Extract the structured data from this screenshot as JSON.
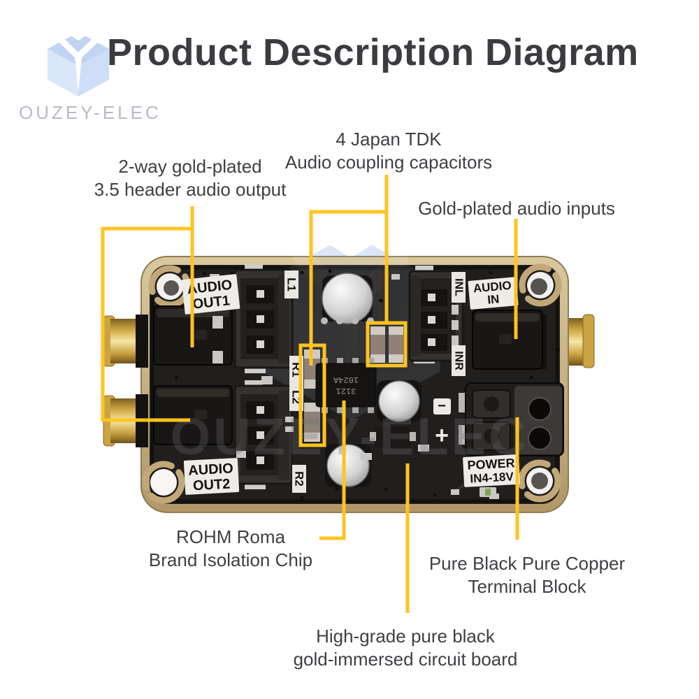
{
  "brand": {
    "name": "OUZEY-ELEC"
  },
  "title": "Product Description Diagram",
  "callouts": {
    "audio_output": {
      "line1": "2-way gold-plated",
      "line2": "3.5 header audio output"
    },
    "coupling_caps": {
      "line1": "4 Japan TDK",
      "line2": "Audio coupling capacitors"
    },
    "audio_inputs": {
      "line1": "Gold-plated audio inputs"
    },
    "isolation_chip": {
      "line1": "ROHM Roma",
      "line2": "Brand Isolation Chip"
    },
    "terminal_block": {
      "line1": "Pure Black Pure Copper",
      "line2": "Terminal Block"
    },
    "circuit_board": {
      "line1": "High-grade pure black",
      "line2": "gold-immersed circuit board"
    }
  },
  "board": {
    "silkscreen": {
      "audio_out1_l1": "AUDIO",
      "audio_out1_l2": "OUT1",
      "audio_out2_l1": "AUDIO",
      "audio_out2_l2": "OUT2",
      "audio_in_l1": "AUDIO",
      "audio_in_l2": "IN",
      "power_l1": "POWER",
      "power_l2": "IN4-18V",
      "tag_l1": "L1",
      "tag_r1": "R1",
      "tag_l2": "L2",
      "tag_r2": "R2",
      "tag_inl": "INL",
      "tag_inr": "INR",
      "polarity_minus": "−",
      "polarity_plus": "+"
    },
    "chip_marking": {
      "line1": "3121",
      "line2": "1024A"
    },
    "watermark_text": "OUZEY-ELEC"
  },
  "colors": {
    "accent_yellow": "#FFC320",
    "board_rim": "#C9B48E",
    "pcb_black": "#211F1E",
    "label_text": "#3E4044",
    "logo_blue": "#CCDCF5"
  }
}
